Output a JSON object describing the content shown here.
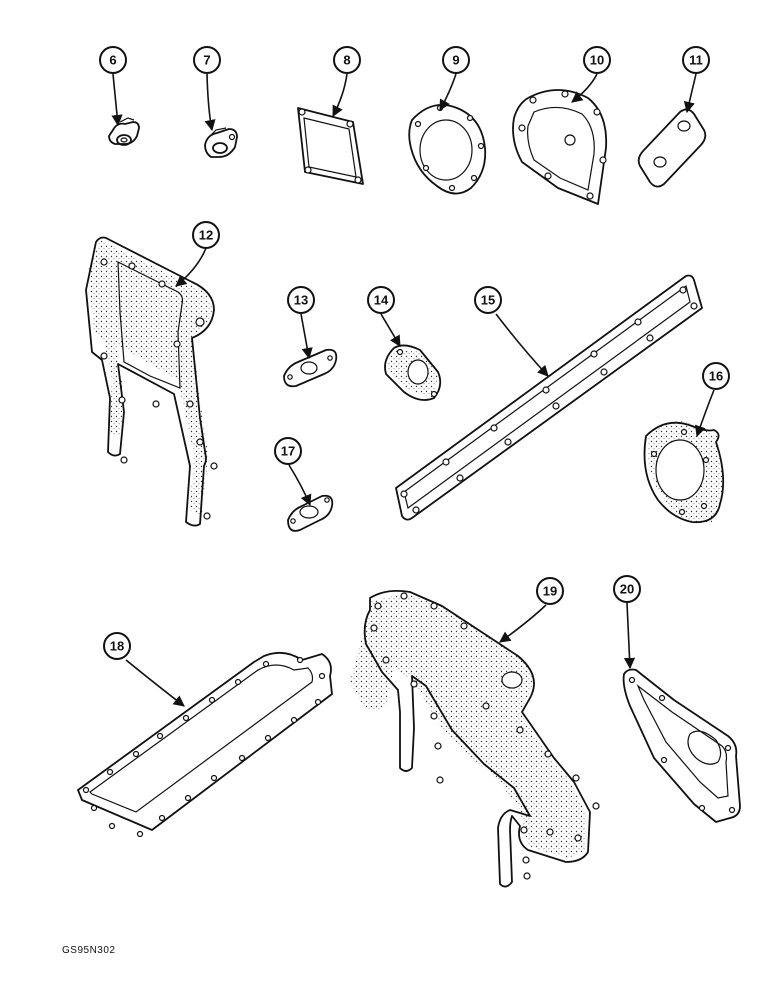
{
  "figure_code": "GS95N302",
  "callouts": [
    "6",
    "7",
    "8",
    "9",
    "10",
    "11",
    "12",
    "13",
    "14",
    "15",
    "16",
    "17",
    "18",
    "19",
    "20"
  ]
}
